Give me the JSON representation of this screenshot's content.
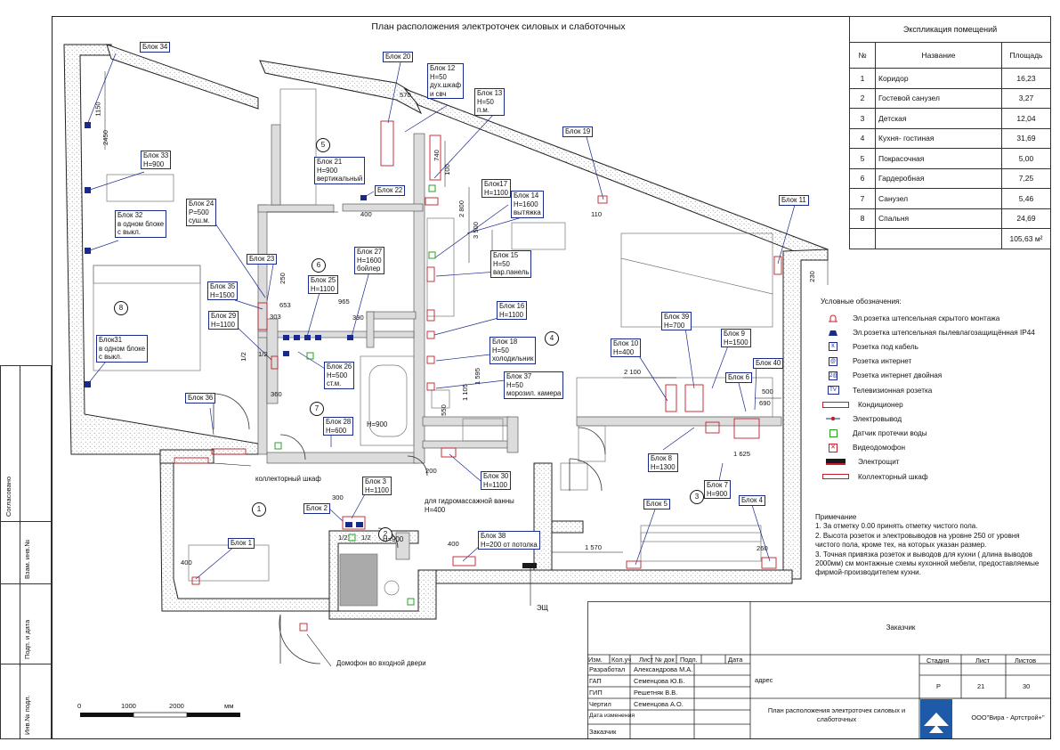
{
  "sheet_title": "План расположения электроточек силовых и слаботочных",
  "explication": {
    "title": "Экспликация помещений",
    "headers": [
      "№",
      "Название",
      "Площадь"
    ],
    "rows": [
      [
        "1",
        "Коридор",
        "16,23"
      ],
      [
        "2",
        "Гостевой санузел",
        "3,27"
      ],
      [
        "3",
        "Детская",
        "12,04"
      ],
      [
        "4",
        "Кухня- гостиная",
        "31,69"
      ],
      [
        "5",
        "Покрасочная",
        "5,00"
      ],
      [
        "6",
        "Гардеробная",
        "7,25"
      ],
      [
        "7",
        "Санузел",
        "5,46"
      ],
      [
        "8",
        "Спальня",
        "24,69"
      ]
    ],
    "total": "105,63 м²"
  },
  "legend": {
    "title": "Условные обозначения:",
    "items": [
      {
        "icon": "hidden-socket-icon",
        "label": "Эл.розетка штепсельная скрытого монтажа"
      },
      {
        "icon": "ip44-socket-icon",
        "label": "Эл.розетка штепсельная пылевлагозащищённая IP44"
      },
      {
        "icon": "cable-socket-icon",
        "label": "Розетка под кабель"
      },
      {
        "icon": "internet-socket-icon",
        "label": "Розетка интернет"
      },
      {
        "icon": "double-internet-socket-icon",
        "label": "Розетка интернет двойная"
      },
      {
        "icon": "tv-socket-icon",
        "label": "Телевизионная розетка"
      },
      {
        "icon": "air-conditioner-icon",
        "label": "Кондиционер"
      },
      {
        "icon": "power-outlet-icon",
        "label": "Электровывод"
      },
      {
        "icon": "leak-sensor-icon",
        "label": "Датчик протечки воды"
      },
      {
        "icon": "intercom-icon",
        "label": "Видеодомофон"
      },
      {
        "icon": "switchboard-icon",
        "label": "Электрощит"
      },
      {
        "icon": "collector-cabinet-icon",
        "label": "Коллекторный шкаф"
      }
    ]
  },
  "notes": {
    "title": "Примечание",
    "items": [
      "1. За отметку 0.00 принять отметку чистого пола.",
      "2. Высота розеток и электровыводов на уровне 250 от уровня чистого пола, кроме тех, на которых указан размер.",
      "3. Точная привязка розеток и выводов для кухни ( длина выводов 2000мм) см монтажные схемы кухонной мебели, предоставляемые фирмой-производителем кухни."
    ]
  },
  "stamp": {
    "customer": "Заказчик",
    "address": "адрес",
    "head": [
      "Изм.",
      "Кол.уч",
      "Лист",
      "№ док",
      "Подп.",
      "Дата"
    ],
    "people": [
      [
        "Разработал",
        "Александрова М.А."
      ],
      [
        "ГАП",
        "Семенцова Ю.Б."
      ],
      [
        "ГИП",
        "Решетняк В.В."
      ],
      [
        "Чертил",
        "Семенцова А.О."
      ],
      [
        "Дата изменения",
        ""
      ],
      [
        "Заказчик",
        ""
      ]
    ],
    "stage_h": "Стадия",
    "sheet_h": "Лист",
    "sheets_h": "Листов",
    "stage": "Р",
    "sheet": "21",
    "sheets": "30",
    "drawing_title": "План расположения электроточек силовых и слаботочных",
    "company": "ООО\"Вира - Артстрой+\""
  },
  "sidebar": [
    "Согласовано",
    "Взам. инв.№",
    "Подп. и дата",
    "Инв.№ подл."
  ],
  "scale": {
    "ticks": [
      "0",
      "1000",
      "2000",
      "мм"
    ]
  },
  "rooms": [
    "1",
    "2",
    "3",
    "4",
    "5",
    "6",
    "7",
    "8"
  ],
  "blocks": [
    "Блок 34",
    "Блок 20",
    "Блок 12\nН=50\nдух.шкаф\nи свч",
    "Блок 13\nН=50\nп.м.",
    "Блок 19",
    "Блок 11",
    "Блок 33\nН=900",
    "Блок 21\nН=900\nвертикальный",
    "Блок 22",
    "Блок17\nН=1100",
    "Блок 14\nН=1600\nвытяжка",
    "Блок 32\nв одном блоке\nс выкл.",
    "Блок 24\nР=500\nсуш.м.",
    "Блок 23",
    "Блок 27\nН=1600\nбойлер",
    "Блок 15\nН=50\nвар.панель",
    "Блок 35\nН=1500",
    "Блок 25\nН=1100",
    "Блок 16\nН=1100",
    "Блок 29\nН=1100",
    "Блок 39\nН=700",
    "Блок 9\nН=1500",
    "Блок 10\nН=400",
    "Блок 18\nН=50\nхолодильник",
    "Блок31\nв одном блоке\nс выкл.",
    "Блок 26\nН=500\nст.м.",
    "Блок 37\nН=50\nморозил. камера",
    "Блок 40",
    "Блок 6",
    "Блок 36",
    "Блок 28\nН=600",
    "Блок 8\nН=1300",
    "Блок 30\nН=1100",
    "Блок 3\nН=1100",
    "Блок 7\nН=900",
    "Блок 2",
    "Блок 5",
    "Блок 4",
    "Блок 1",
    "Блок 38\nН=200 от потолка"
  ],
  "notes_on_plan": [
    "коллекторный шкаф",
    "для гидромассажной ванны\nН=400",
    "ЭЩ",
    "Домофон во входной двери",
    "Н=900",
    "Н=900"
  ],
  "dimensions": [
    "1150",
    "2450",
    "570",
    "740",
    "100",
    "400",
    "110",
    "2 800",
    "3 500",
    "250",
    "653",
    "303",
    "965",
    "390",
    "360",
    "1/2",
    "1/2",
    "1/2",
    "1/2",
    "1 595",
    "1 105",
    "550",
    "2 100",
    "500",
    "690",
    "1 625",
    "200",
    "300",
    "400",
    "400",
    "1 570",
    "260",
    "230"
  ]
}
